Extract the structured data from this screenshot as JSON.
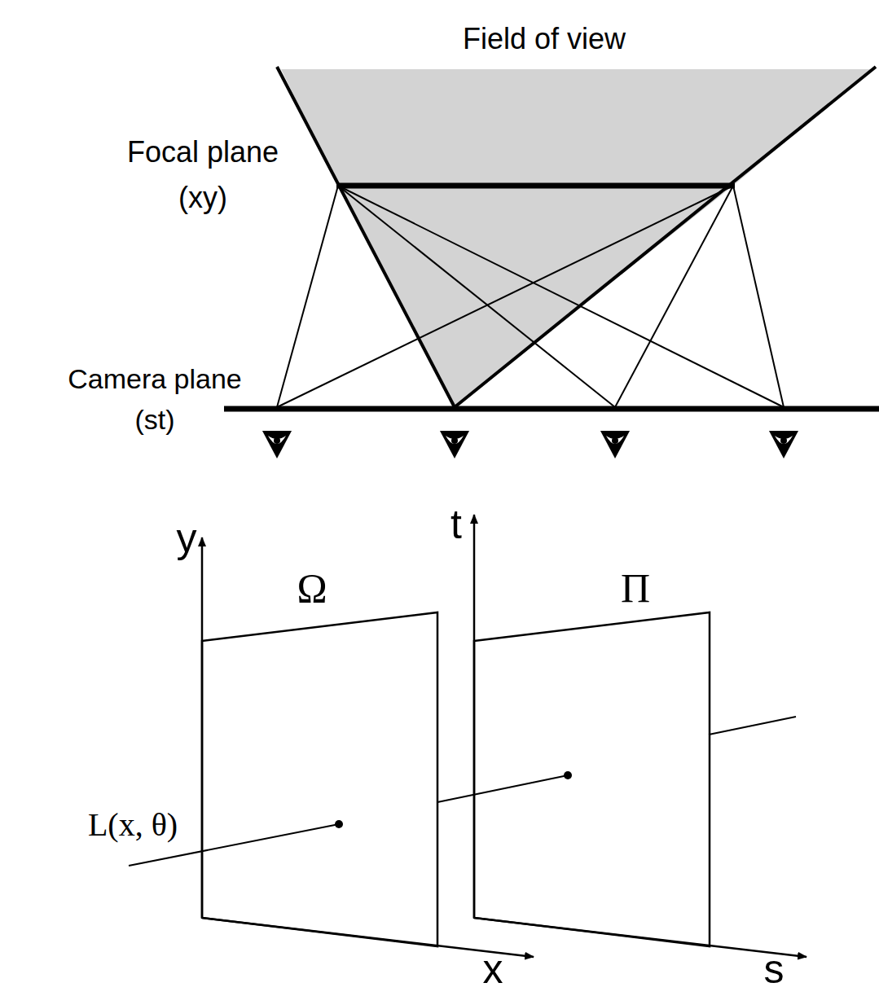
{
  "diagram": {
    "nodes": [
      {
        "text": [
          "Ω"
        ]
      },
      {
        "text": [
          "Π"
        ]
      }
    ],
    "labels": [
      "Field of view",
      "Focal plane (xy)",
      "Camera plane (st)",
      "y",
      "t",
      "L(x, θ)",
      "x",
      "s"
    ]
  }
}
